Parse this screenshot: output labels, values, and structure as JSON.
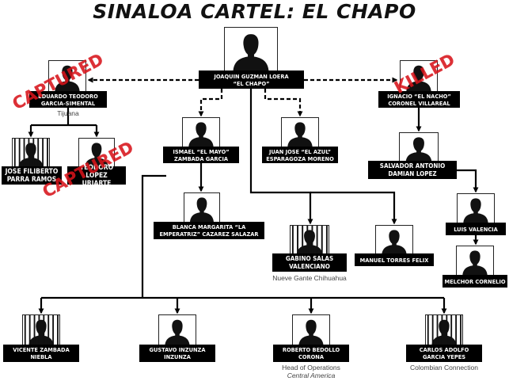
{
  "title": "SINALOA CARTEL: EL CHAPO",
  "people": {
    "chapo": {
      "line1": "JOAQUIN GUZMAN LOERA",
      "line2": "“EL CHAPO”"
    },
    "eduardo": {
      "line1": "EDUARDO TEODORO",
      "line2": "GARCIA-SIMENTAL",
      "caption": "Tijuana",
      "stamp": "CAPTURED"
    },
    "ignacio": {
      "line1": "IGNACIO “EL NACHO”",
      "line2": "CORONEL VILLAREAL",
      "stamp": "KILLED"
    },
    "filiberto": {
      "line1": "JOSE FILIBERTO",
      "line2": "PARRA RAMOS"
    },
    "teodoro": {
      "line1": "TEODORO LOPEZ",
      "line2": "URIARTE",
      "stamp": "CAPTURED"
    },
    "mayo": {
      "line1": "ISMAEL “EL MAYO”",
      "line2": "ZAMBADA GARCIA"
    },
    "azul": {
      "line1": "JUAN JOSE “EL AZUL”",
      "line2": "ESPARAGOZA MORENO"
    },
    "salvador": {
      "line1": "SALVADOR ANTONIO",
      "line2": "DAMIAN LOPEZ"
    },
    "blanca": {
      "line1": "BLANCA MARGARITA “LA",
      "line2": "EMPERATRIZ” CAZAREZ SALAZAR"
    },
    "gabino": {
      "line1": "GABINO SALAS",
      "line2": "VALENCIANO",
      "caption": "Nueve Gante Chihuahua"
    },
    "manuel": {
      "line1": "MANUEL TORRES FELIX"
    },
    "luis": {
      "line1": "LUIS VALENCIA"
    },
    "melchor": {
      "line1": "MELCHOR CORNELIO"
    },
    "vicente": {
      "line1": "VICENTE ZAMBADA",
      "line2": "NIEBLA"
    },
    "gustavo": {
      "line1": "GUSTAVO INZUNZA",
      "line2": "INZUNZA"
    },
    "roberto": {
      "line1": "ROBERTO BEDOLLO",
      "line2": "CORONA",
      "caption": "Head of Operations",
      "caption2": "Central America"
    },
    "carlos": {
      "line1": "CARLOS ADOLFO",
      "line2": "GARCIA YEPES",
      "caption": "Colombian Connection"
    }
  },
  "colors": {
    "ink": "#000000",
    "stamp": "#d8141b",
    "caption": "#444444"
  }
}
